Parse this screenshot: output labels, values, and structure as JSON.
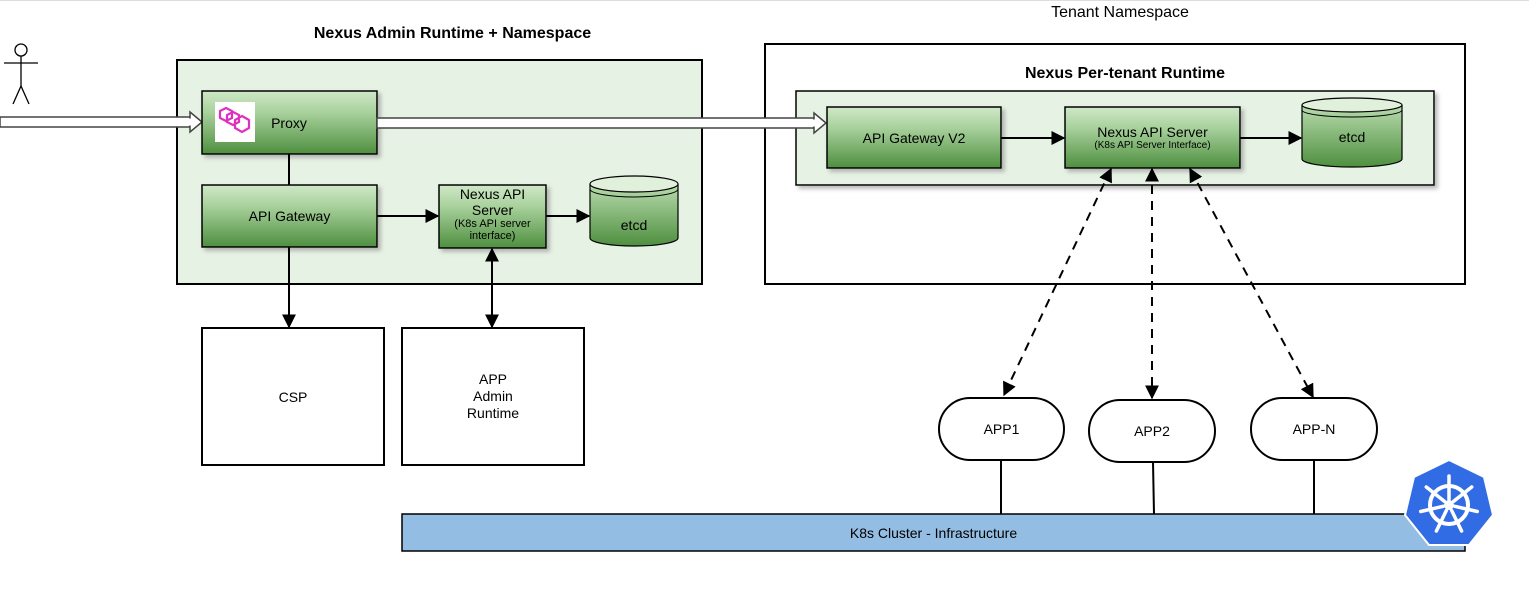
{
  "actor": {
    "icon": "user-stick-figure-icon"
  },
  "admin": {
    "title": "Nexus Admin Runtime + Namespace",
    "proxy": {
      "label": "Proxy",
      "icon": "envoy-logo-icon"
    },
    "api_gateway": "API Gateway",
    "api_server": {
      "line1": "Nexus API",
      "line2": "Server",
      "sub1": "(K8s API server",
      "sub2": "interface)"
    },
    "etcd": "etcd"
  },
  "csp": "CSP",
  "app_admin": {
    "line1": "APP",
    "line2": "Admin",
    "line3": "Runtime"
  },
  "tenant": {
    "namespace_title": "Tenant Namespace",
    "runtime_title": "Nexus Per-tenant Runtime",
    "api_gateway_v2": "API Gateway V2",
    "api_server": {
      "title": "Nexus API Server",
      "sub": "(K8s API Server Interface)"
    },
    "etcd": "etcd"
  },
  "apps": [
    "APP1",
    "APP2",
    "APP-N"
  ],
  "cluster": {
    "label": "K8s Cluster - Infrastructure",
    "icon": "kubernetes-logo-icon"
  },
  "colors": {
    "container_fill": "#e6f2e3",
    "box_green_top": "#cfe8c7",
    "box_green_bottom": "#4e8f3f",
    "cluster_fill": "#94bde3",
    "k8s_blue": "#326ce5",
    "envoy_magenta": "#e02fbe"
  }
}
